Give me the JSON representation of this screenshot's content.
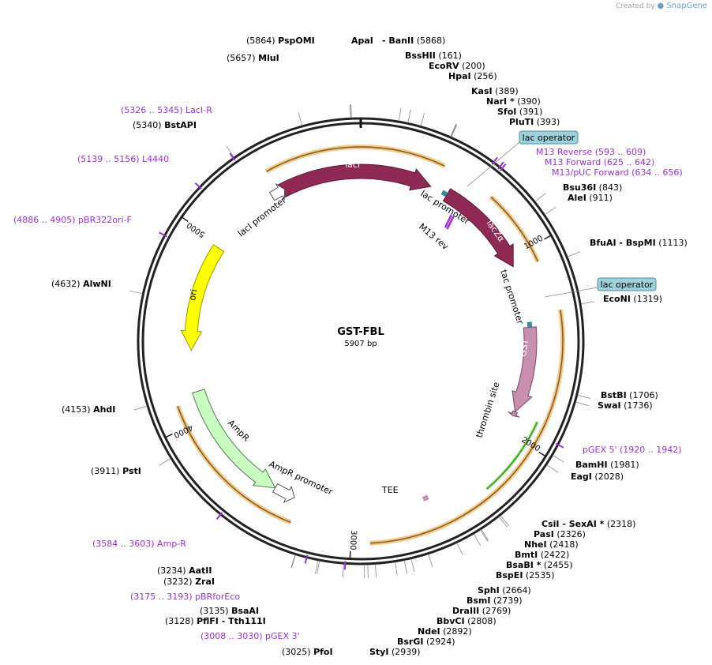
{
  "credit": {
    "prefix": "Created by",
    "brand": "SnapGene"
  },
  "plasmid": {
    "name": "GST-FBL",
    "size_label": "5907 bp",
    "length": 5907
  },
  "colors": {
    "lacI": "#8f2a55",
    "lacZa": "#8f2a55",
    "GST": "#c98fb0",
    "ori": "#ffff00",
    "AmpR": "#c8ffc0",
    "primer": "#9b30d9",
    "orf": "#f0a020",
    "thrombin": "#40a020",
    "operator": "#9fd1dc"
  },
  "ticks": [
    {
      "pos": 1000,
      "label": "1000"
    },
    {
      "pos": 2000,
      "label": "2000"
    },
    {
      "pos": 3000,
      "label": "3000"
    },
    {
      "pos": 4000,
      "label": "4000"
    },
    {
      "pos": 5000,
      "label": "5000"
    }
  ],
  "sites": [
    {
      "pre": "(5864)",
      "name": "PspOMI",
      "post": "",
      "pos": 5864
    },
    {
      "pre": "",
      "name": "ApaI",
      "post": "",
      "pos": 5868
    },
    {
      "pre": "",
      "name": "- BanII",
      "post": "(5868)",
      "pos": 5868
    },
    {
      "pre": "(5657)",
      "name": "MluI",
      "post": "",
      "pos": 5657
    },
    {
      "pre": "",
      "name": "BssHII",
      "post": "(161)",
      "pos": 161
    },
    {
      "pre": "",
      "name": "EcoRV",
      "post": "(200)",
      "pos": 200
    },
    {
      "pre": "",
      "name": "HpaI",
      "post": "(256)",
      "pos": 256
    },
    {
      "pre": "",
      "name": "KasI",
      "post": "(389)",
      "pos": 389
    },
    {
      "pre": "",
      "name": "NarI *",
      "post": "(390)",
      "pos": 390
    },
    {
      "pre": "",
      "name": "SfoI",
      "post": "(391)",
      "pos": 391
    },
    {
      "pre": "",
      "name": "PluTI",
      "post": "(393)",
      "pos": 393
    },
    {
      "pre": "(5340)",
      "name": "BstAPI",
      "post": "",
      "pos": 5340
    },
    {
      "pre": "",
      "name": "Bsu36I",
      "post": "(843)",
      "pos": 843
    },
    {
      "pre": "",
      "name": "AleI",
      "post": "(911)",
      "pos": 911
    },
    {
      "pre": "",
      "name": "BfuAI - BspMI",
      "post": "(1113)",
      "pos": 1113
    },
    {
      "pre": "",
      "name": "EcoNI",
      "post": "(1319)",
      "pos": 1319
    },
    {
      "pre": "(4632)",
      "name": "AlwNI",
      "post": "",
      "pos": 4632
    },
    {
      "pre": "",
      "name": "BstBI",
      "post": "(1706)",
      "pos": 1706
    },
    {
      "pre": "",
      "name": "SwaI",
      "post": "(1736)",
      "pos": 1736
    },
    {
      "pre": "(4153)",
      "name": "AhdI",
      "post": "",
      "pos": 4153
    },
    {
      "pre": "",
      "name": "BamHI",
      "post": "(1981)",
      "pos": 1981
    },
    {
      "pre": "",
      "name": "EagI",
      "post": "(2028)",
      "pos": 2028
    },
    {
      "pre": "(3911)",
      "name": "PstI",
      "post": "",
      "pos": 3911
    },
    {
      "pre": "",
      "name": "CsiI - SexAI *",
      "post": "(2318)",
      "pos": 2318
    },
    {
      "pre": "",
      "name": "PasI",
      "post": "(2326)",
      "pos": 2326
    },
    {
      "pre": "",
      "name": "NheI",
      "post": "(2418)",
      "pos": 2418
    },
    {
      "pre": "",
      "name": "BmtI",
      "post": "(2422)",
      "pos": 2422
    },
    {
      "pre": "",
      "name": "BsaBI *",
      "post": "(2455)",
      "pos": 2455
    },
    {
      "pre": "",
      "name": "BspEI",
      "post": "(2535)",
      "pos": 2535
    },
    {
      "pre": "",
      "name": "SphI",
      "post": "(2664)",
      "pos": 2664
    },
    {
      "pre": "",
      "name": "BsmI",
      "post": "(2739)",
      "pos": 2739
    },
    {
      "pre": "",
      "name": "DraIII",
      "post": "(2769)",
      "pos": 2769
    },
    {
      "pre": "",
      "name": "BbvCI",
      "post": "(2808)",
      "pos": 2808
    },
    {
      "pre": "",
      "name": "NdeI",
      "post": "(2892)",
      "pos": 2892
    },
    {
      "pre": "",
      "name": "BsrGI",
      "post": "(2924)",
      "pos": 2924
    },
    {
      "pre": "",
      "name": "StyI",
      "post": "(2939)",
      "pos": 2939
    },
    {
      "pre": "(3025)",
      "name": "PfoI",
      "post": "",
      "pos": 3025
    },
    {
      "pre": "(3234)",
      "name": "AatII",
      "post": "",
      "pos": 3234
    },
    {
      "pre": "(3232)",
      "name": "ZraI",
      "post": "",
      "pos": 3232
    },
    {
      "pre": "(3135)",
      "name": "BsaAI",
      "post": "",
      "pos": 3135
    },
    {
      "pre": "(3128)",
      "name": "PflFI - Tth111I",
      "post": "",
      "pos": 3128
    }
  ],
  "primers": [
    {
      "text": "(5326 .. 5345)  LacI-R",
      "pos": 5335
    },
    {
      "text": "(5139 .. 5156)  L4440",
      "pos": 5147
    },
    {
      "text": "(4886 .. 4905)  pBR322ori-F",
      "pos": 4895
    },
    {
      "text": "M13 Reverse    (593 .. 609)",
      "pos": 601
    },
    {
      "text": "M13 Forward    (625 .. 642)",
      "pos": 633
    },
    {
      "text": "M13/pUC Forward    (634 .. 656)",
      "pos": 645
    },
    {
      "text": "pGEX 5'    (1920 .. 1942)",
      "pos": 1931
    },
    {
      "text": "(3584 .. 3603)  Amp-R",
      "pos": 3593
    },
    {
      "text": "(3175 .. 3193)  pBRforEco",
      "pos": 3184
    },
    {
      "text": "(3008 .. 3030)  pGEX 3'",
      "pos": 3019
    }
  ],
  "boxes": [
    {
      "text": "lac operator"
    },
    {
      "text": "lac operator"
    }
  ],
  "features": [
    {
      "name": "lacI",
      "start": 5450,
      "end": 400
    },
    {
      "name": "lacI promoter",
      "start": 5390,
      "end": 5470
    },
    {
      "name": "lac promoter",
      "start": 470,
      "end": 500
    },
    {
      "name": "lacZα",
      "start": 500,
      "end": 1050
    },
    {
      "name": "tac promoter",
      "start": 1370,
      "end": 1400
    },
    {
      "name": "GST",
      "start": 1400,
      "end": 1880
    },
    {
      "name": "thrombin site",
      "start": 1880,
      "end": 1905
    },
    {
      "name": "ori",
      "start": 4380,
      "end": 4975
    },
    {
      "name": "AmpR",
      "start": 3450,
      "end": 4150
    },
    {
      "name": "AmpR promoter",
      "start": 3330,
      "end": 3450
    },
    {
      "name": "TEE",
      "start": 2570,
      "end": 2600
    },
    {
      "name": "M13 rev",
      "start": 593,
      "end": 609
    }
  ]
}
